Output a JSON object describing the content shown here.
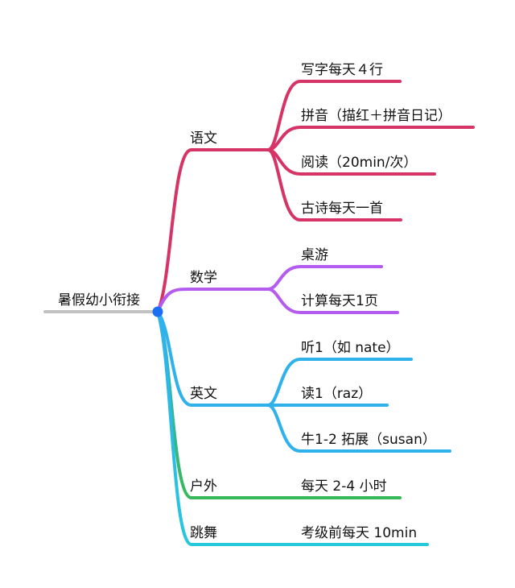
{
  "root": {
    "label": "暑假幼小衔接",
    "color": "#c2c2c2",
    "dot_color": "#1d6ef2"
  },
  "branches": [
    {
      "label": "语文",
      "color": "#d63467",
      "children": [
        "写字每天４行",
        "拼音（描红＋拼音日记）",
        "阅读（20min/次）",
        "古诗每天一首"
      ]
    },
    {
      "label": "数学",
      "color": "#b45cf0",
      "children": [
        "桌游",
        "计算每天1页"
      ]
    },
    {
      "label": "英文",
      "color": "#2fb1ec",
      "children": [
        "听1（如 nate）",
        "读1（raz）",
        "牛1-2 拓展（susan）"
      ]
    },
    {
      "label": "户外",
      "color": "#37b95a",
      "start_color": "#2fb1ec",
      "children": [
        "每天 2-4 小时"
      ]
    },
    {
      "label": "跳舞",
      "color": "#27c7dd",
      "start_color": "#2fb1ec",
      "children": [
        "考级前每天 10min"
      ]
    }
  ]
}
